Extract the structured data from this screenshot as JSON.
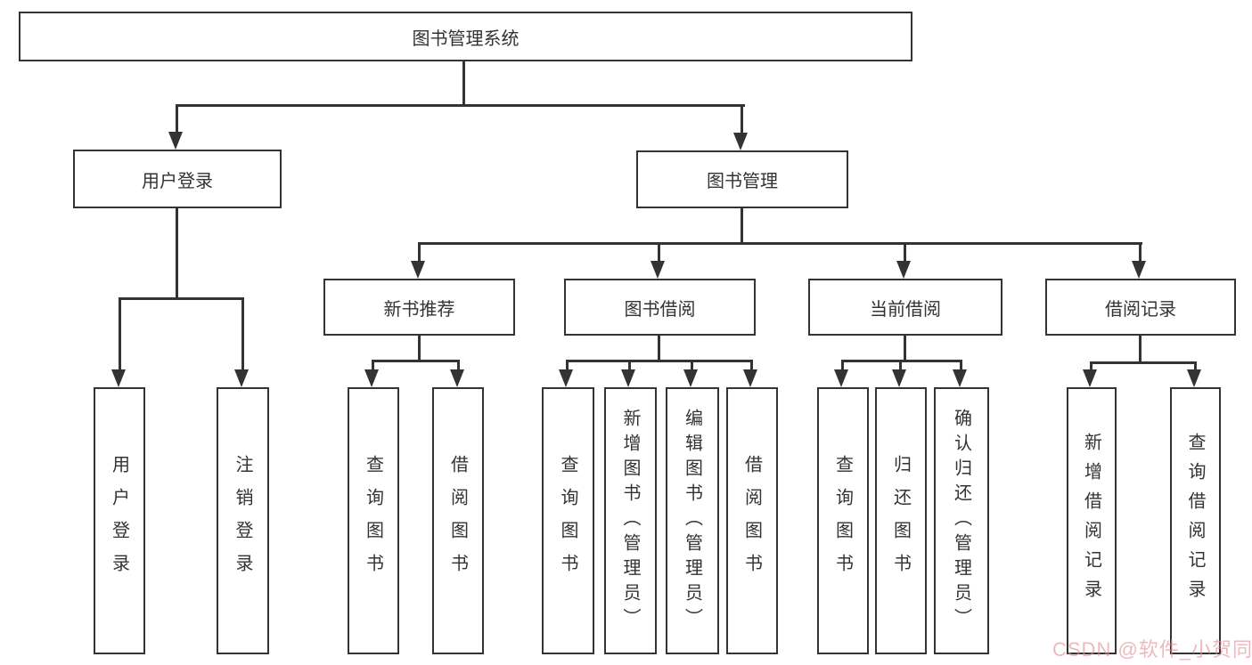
{
  "nodes": {
    "root": "图书管理系统",
    "user_login": "用户登录",
    "book_mgmt": "图书管理",
    "new_book_rec": "新书推荐",
    "book_borrow": "图书借阅",
    "current_borrow": "当前借阅",
    "borrow_record": "借阅记录",
    "leaf_user_login": "用户登录",
    "leaf_logout": "注销登录",
    "leaf_rec_query_book": "查询图书",
    "leaf_rec_borrow_book": "借阅图书",
    "leaf_bb_query_book": "查询图书",
    "leaf_bb_add_book": "新增图书（管理员）",
    "leaf_bb_edit_book": "编辑图书（管理员）",
    "leaf_bb_borrow_book": "借阅图书",
    "leaf_cb_query_book": "查询图书",
    "leaf_cb_return_book": "归还图书",
    "leaf_cb_confirm_return": "确认归还（管理员）",
    "leaf_br_add_record": "新增借阅记录",
    "leaf_br_query_record": "查询借阅记录"
  },
  "hierarchy": [
    {
      "parent": "图书管理系统",
      "children": [
        "用户登录",
        "图书管理"
      ]
    },
    {
      "parent": "用户登录",
      "children": [
        "用户登录",
        "注销登录"
      ]
    },
    {
      "parent": "图书管理",
      "children": [
        "新书推荐",
        "图书借阅",
        "当前借阅",
        "借阅记录"
      ]
    },
    {
      "parent": "新书推荐",
      "children": [
        "查询图书",
        "借阅图书"
      ]
    },
    {
      "parent": "图书借阅",
      "children": [
        "查询图书",
        "新增图书（管理员）",
        "编辑图书（管理员）",
        "借阅图书"
      ]
    },
    {
      "parent": "当前借阅",
      "children": [
        "查询图书",
        "归还图书",
        "确认归还（管理员）"
      ]
    },
    {
      "parent": "借阅记录",
      "children": [
        "新增借阅记录",
        "查询借阅记录"
      ]
    }
  ],
  "watermark": {
    "text": "CSDN @软件_小贺同学"
  },
  "colors": {
    "line": "#333333",
    "text": "#333333",
    "box_background": "#ffffff",
    "page_background": "#ffffff",
    "watermark": "#e28c96"
  }
}
